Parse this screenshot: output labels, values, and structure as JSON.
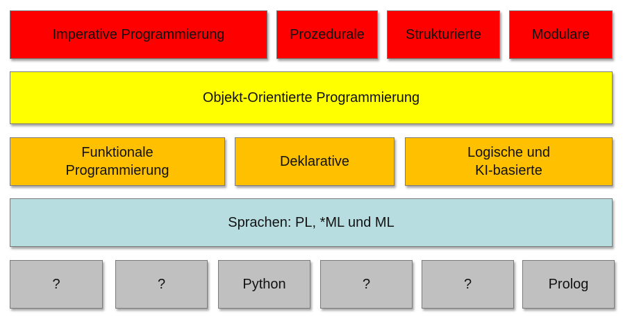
{
  "row1": {
    "imperative": "Imperative Programmierung",
    "procedural": "Prozedurale",
    "structured": "Strukturierte",
    "modular": "Modulare"
  },
  "row2": {
    "oop": "Objekt-Orientierte Programmierung"
  },
  "row3": {
    "functional_line1": "Funktionale",
    "functional_line2": "Programmierung",
    "declarative": "Deklarative",
    "logic_line1": "Logische und",
    "logic_line2": "KI-basierte"
  },
  "row4": {
    "languages": "Sprachen: PL, *ML und ML"
  },
  "row5": {
    "items": [
      "?",
      "?",
      "Python",
      "?",
      "?",
      "Prolog"
    ]
  },
  "colors": {
    "red": "#ff0000",
    "yellow": "#ffff00",
    "orange": "#ffc000",
    "teal": "#b7dde1",
    "gray": "#c0c0c0"
  }
}
